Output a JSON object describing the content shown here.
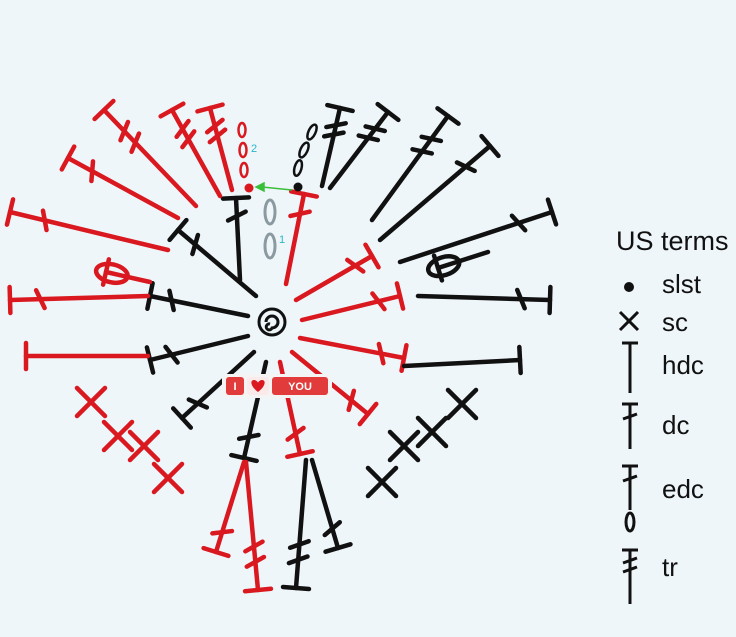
{
  "legend": {
    "title": "US terms",
    "items": [
      {
        "symbol": "slst-dot-icon",
        "label": "slst"
      },
      {
        "symbol": "sc-x-icon",
        "label": "sc"
      },
      {
        "symbol": "hdc-t-icon",
        "label": "hdc"
      },
      {
        "symbol": "dc-t-icon",
        "label": "dc"
      },
      {
        "symbol": "edc-t-icon",
        "label": "edc"
      },
      {
        "symbol": "tr-t-icon",
        "label": "tr"
      }
    ]
  },
  "diagram": {
    "ring_labels": [
      "1",
      "2"
    ],
    "badge": [
      "I",
      "YOU"
    ],
    "colors": {
      "round1": "#111111",
      "round2": "#d9191f",
      "chain_grey": "#8a9aa0",
      "label_teal": "#2ab7c9",
      "arrow_green": "#3bbf3b",
      "background": "#eef6fa"
    }
  }
}
